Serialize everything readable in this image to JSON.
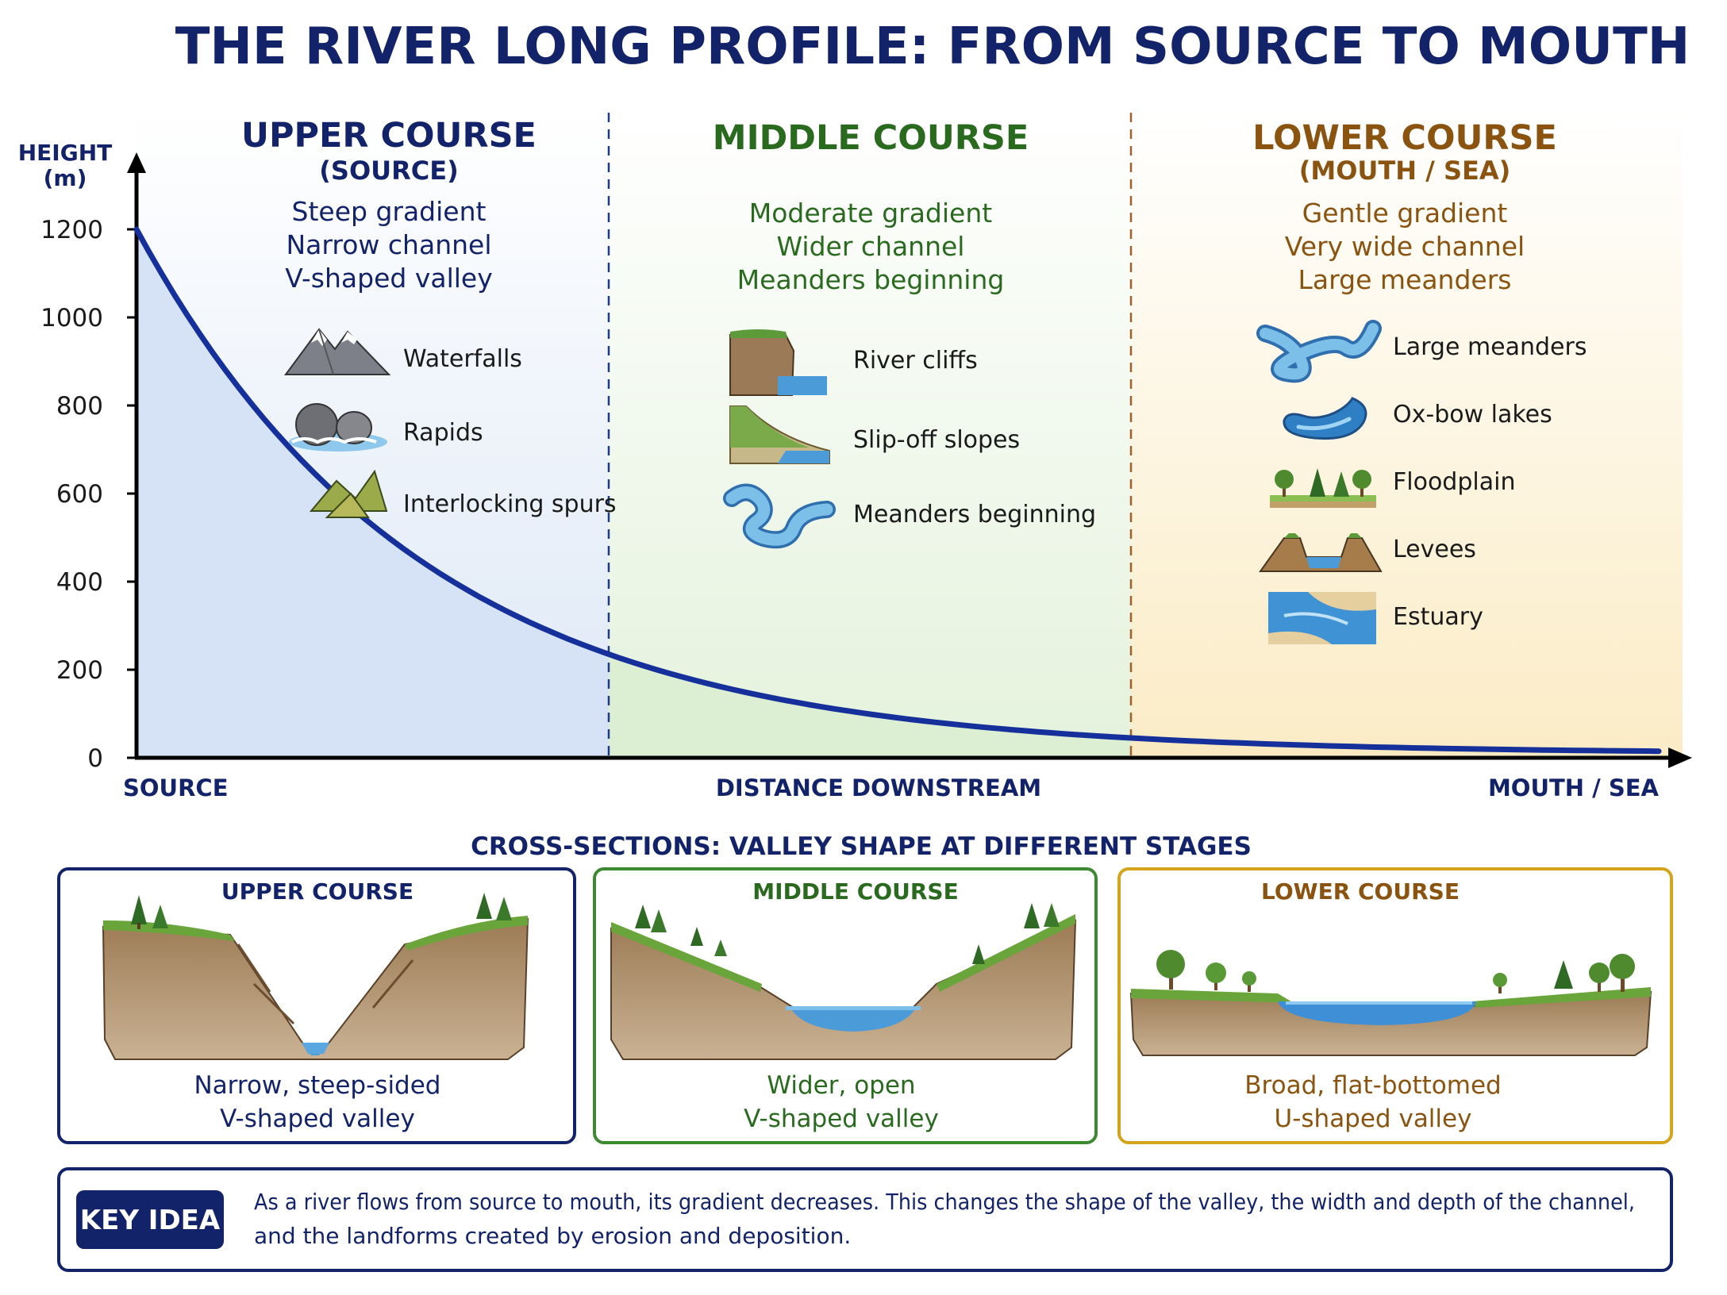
{
  "title": "THE RIVER LONG PROFILE: FROM SOURCE TO MOUTH",
  "colors": {
    "navy": "#13236a",
    "green": "#2a6a1f",
    "brown": "#8a5410",
    "river": "#15309a"
  },
  "axis": {
    "ylabel_line1": "HEIGHT",
    "ylabel_line2": "(m)",
    "yticks": [
      "0",
      "200",
      "400",
      "600",
      "800",
      "1000",
      "1200"
    ],
    "x_left": "SOURCE",
    "x_center": "DISTANCE DOWNSTREAM",
    "x_right": "MOUTH / SEA"
  },
  "profile": {
    "max_height_m": 1200,
    "end_height_m": 15
  },
  "upper": {
    "heading": "UPPER COURSE",
    "sub": "(SOURCE)",
    "traits": [
      "Steep gradient",
      "Narrow channel",
      "V-shaped valley"
    ],
    "features": [
      {
        "icon": "mountain-icon",
        "label": "Waterfalls"
      },
      {
        "icon": "rocks-icon",
        "label": "Rapids"
      },
      {
        "icon": "hills-icon",
        "label": "Interlocking spurs"
      }
    ]
  },
  "middle": {
    "heading": "MIDDLE COURSE",
    "traits": [
      "Moderate gradient",
      "Wider channel",
      "Meanders beginning"
    ],
    "features": [
      {
        "icon": "cliff-icon",
        "label": "River cliffs"
      },
      {
        "icon": "slope-icon",
        "label": "Slip-off slopes"
      },
      {
        "icon": "meander-icon",
        "label": "Meanders beginning"
      }
    ]
  },
  "lower": {
    "heading": "LOWER COURSE",
    "sub": "(MOUTH / SEA)",
    "traits": [
      "Gentle gradient",
      "Very wide channel",
      "Large meanders"
    ],
    "features": [
      {
        "icon": "large-meander-icon",
        "label": "Large meanders"
      },
      {
        "icon": "oxbow-icon",
        "label": "Ox-bow lakes"
      },
      {
        "icon": "floodplain-icon",
        "label": "Floodplain"
      },
      {
        "icon": "levee-icon",
        "label": "Levees"
      },
      {
        "icon": "estuary-icon",
        "label": "Estuary"
      }
    ]
  },
  "cross": {
    "heading": "CROSS-SECTIONS: VALLEY SHAPE AT DIFFERENT STAGES",
    "panels": [
      {
        "title": "UPPER COURSE",
        "line1": "Narrow, steep-sided",
        "line2": "V-shaped valley"
      },
      {
        "title": "MIDDLE COURSE",
        "line1": "Wider, open",
        "line2": "V-shaped valley"
      },
      {
        "title": "LOWER COURSE",
        "line1": "Broad, flat-bottomed",
        "line2": "U-shaped valley"
      }
    ]
  },
  "key": {
    "label": "KEY IDEA",
    "line1": "As a river flows from source to mouth, its gradient decreases. This changes the shape of the valley, the width and depth of the channel,",
    "line2": "and the landforms created by erosion and deposition."
  }
}
